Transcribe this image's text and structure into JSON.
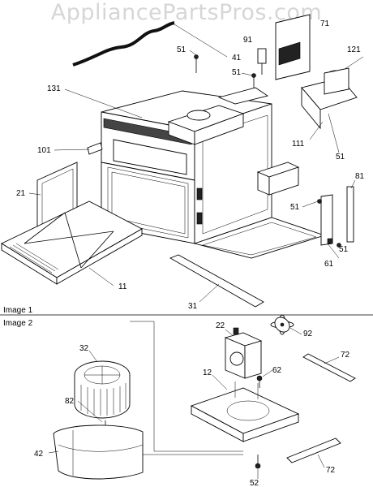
{
  "watermark": "AppliancePartsPros.com",
  "sections": {
    "image1": "Image 1",
    "image2": "Image 2"
  },
  "labels": {
    "p71": "71",
    "p91": "91",
    "p121": "121",
    "p51a": "51",
    "p41": "41",
    "p51b": "51",
    "p131": "131",
    "p101": "101",
    "p111": "111",
    "p51c": "51",
    "p21": "21",
    "p81": "81",
    "p51d": "51",
    "p51e": "51",
    "p61": "61",
    "p11": "11",
    "p31": "31",
    "p22": "22",
    "p92": "92",
    "p32": "32",
    "p72a": "72",
    "p12": "12",
    "p62": "62",
    "p82": "82",
    "p42": "42",
    "p72b": "72",
    "p52": "52"
  }
}
